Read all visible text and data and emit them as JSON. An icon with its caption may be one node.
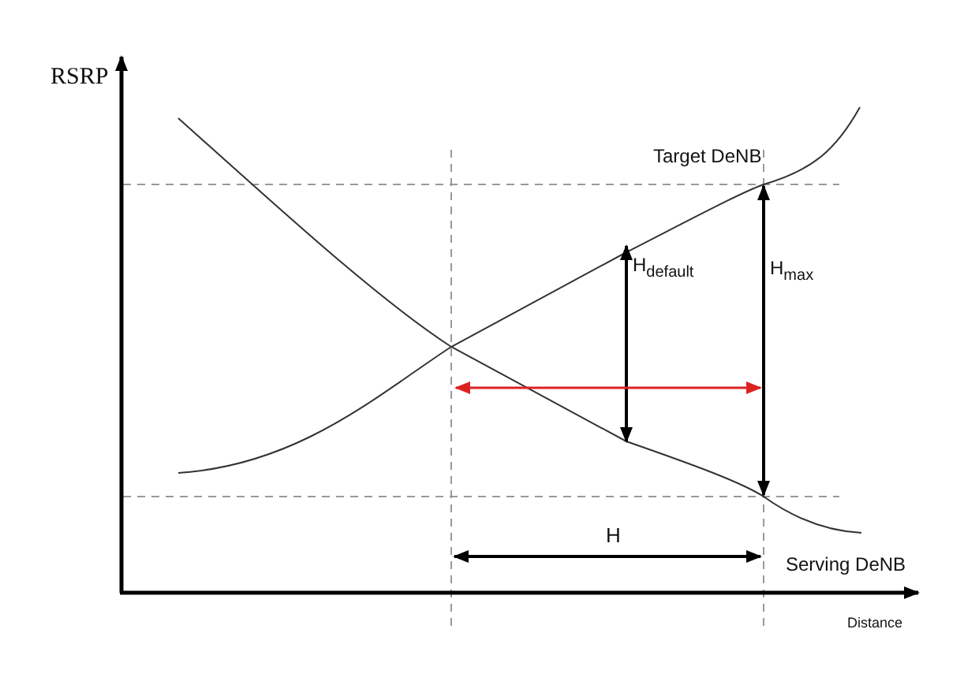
{
  "diagram": {
    "labels": [
      "RSRP",
      "Target DeNB",
      "H$_{default}$",
      "H$_{max}$",
      "H",
      "Serving DeNB",
      "Distance"
    ]
  }
}
